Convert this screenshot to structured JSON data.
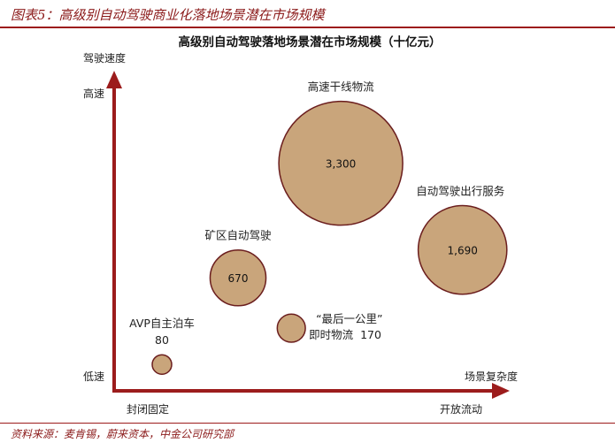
{
  "figure_title": "图表5：高级别自动驾驶商业化落地场景潜在市场规模",
  "source_note": "资料来源：麦肯锡，蔚来资本，中金公司研究部",
  "chart_data": {
    "type": "bubble",
    "title": "高级别自动驾驶落地场景潜在市场规模（十亿元）",
    "ylabel": "驾驶速度",
    "xlabel": "场景复杂度",
    "y_low_label": "低速",
    "y_high_label": "高速",
    "x_low_label": "封闭固定",
    "x_high_label": "开放流动",
    "bubble_color": "#c9a57b",
    "bubble_stroke": "#6b1e1e",
    "axis_color": "#9c1c1c",
    "points": [
      {
        "name": "AVP自主泊车",
        "value": 80,
        "value_label": "80",
        "x": 0.1,
        "y": 0.05
      },
      {
        "name": "矿区自动驾驶",
        "value": 670,
        "value_label": "670",
        "x": 0.3,
        "y": 0.36
      },
      {
        "name": "“最后一公里” 即时物流",
        "value": 170,
        "value_label": "170",
        "x": 0.44,
        "y": 0.18
      },
      {
        "name": "高速干线物流",
        "value": 3300,
        "value_label": "3,300",
        "x": 0.57,
        "y": 0.77
      },
      {
        "name": "自动驾驶出行服务",
        "value": 1690,
        "value_label": "1,690",
        "x": 0.89,
        "y": 0.46
      }
    ]
  }
}
